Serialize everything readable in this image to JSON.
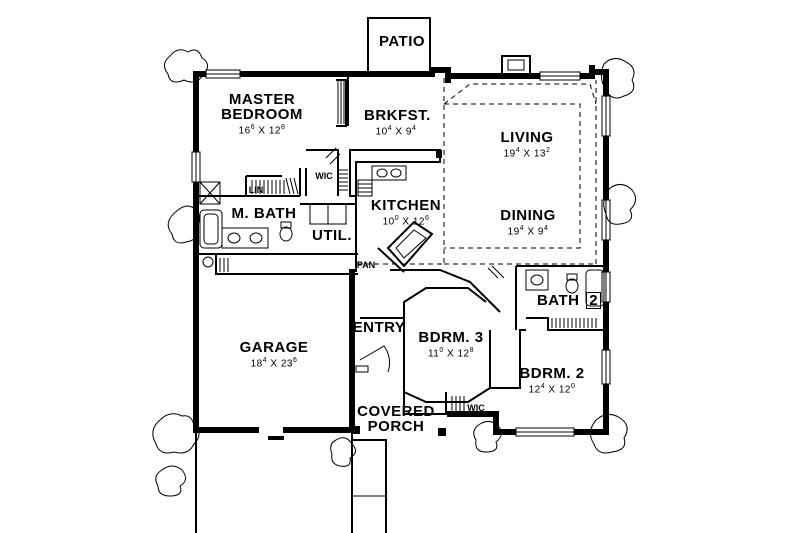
{
  "rooms": {
    "patio": {
      "name": "PATIO"
    },
    "master": {
      "name_line1": "MASTER",
      "name_line2": "BEDROOM",
      "dim_w": "16",
      "dim_w_in": "6",
      "dim_h": "12",
      "dim_h_in": "8"
    },
    "brkfst": {
      "name": "BRKFST.",
      "dim_w": "10",
      "dim_w_in": "4",
      "dim_h": "9",
      "dim_h_in": "4"
    },
    "living": {
      "name": "LIVING",
      "dim_w": "19",
      "dim_w_in": "4",
      "dim_h": "13",
      "dim_h_in": "2"
    },
    "wic_master": {
      "name": "WIC"
    },
    "lin": {
      "name": "LIN"
    },
    "mbath": {
      "name": "M. BATH"
    },
    "kitchen": {
      "name": "KITCHEN",
      "dim_w": "10",
      "dim_w_in": "0",
      "dim_h": "12",
      "dim_h_in": "6"
    },
    "dining": {
      "name": "DINING",
      "dim_w": "19",
      "dim_w_in": "4",
      "dim_h": "9",
      "dim_h_in": "4"
    },
    "util": {
      "name": "UTIL."
    },
    "pan": {
      "name": "PAN"
    },
    "bath2": {
      "name": "BATH",
      "num": "2"
    },
    "garage": {
      "name": "GARAGE",
      "dim_w": "18",
      "dim_w_in": "4",
      "dim_h": "23",
      "dim_h_in": "6"
    },
    "entry": {
      "name": "ENTRY"
    },
    "bdrm3": {
      "name": "BDRM. 3",
      "dim_w": "11",
      "dim_w_in": "0",
      "dim_h": "12",
      "dim_h_in": "8"
    },
    "bdrm2": {
      "name": "BDRM. 2",
      "dim_w": "12",
      "dim_w_in": "4",
      "dim_h": "12",
      "dim_h_in": "0"
    },
    "wic_bdrm3": {
      "name": "WIC"
    },
    "porch": {
      "name_line1": "COVERED",
      "name_line2": "PORCH"
    }
  },
  "colors": {
    "ink": "#000000",
    "paper": "#ffffff"
  }
}
